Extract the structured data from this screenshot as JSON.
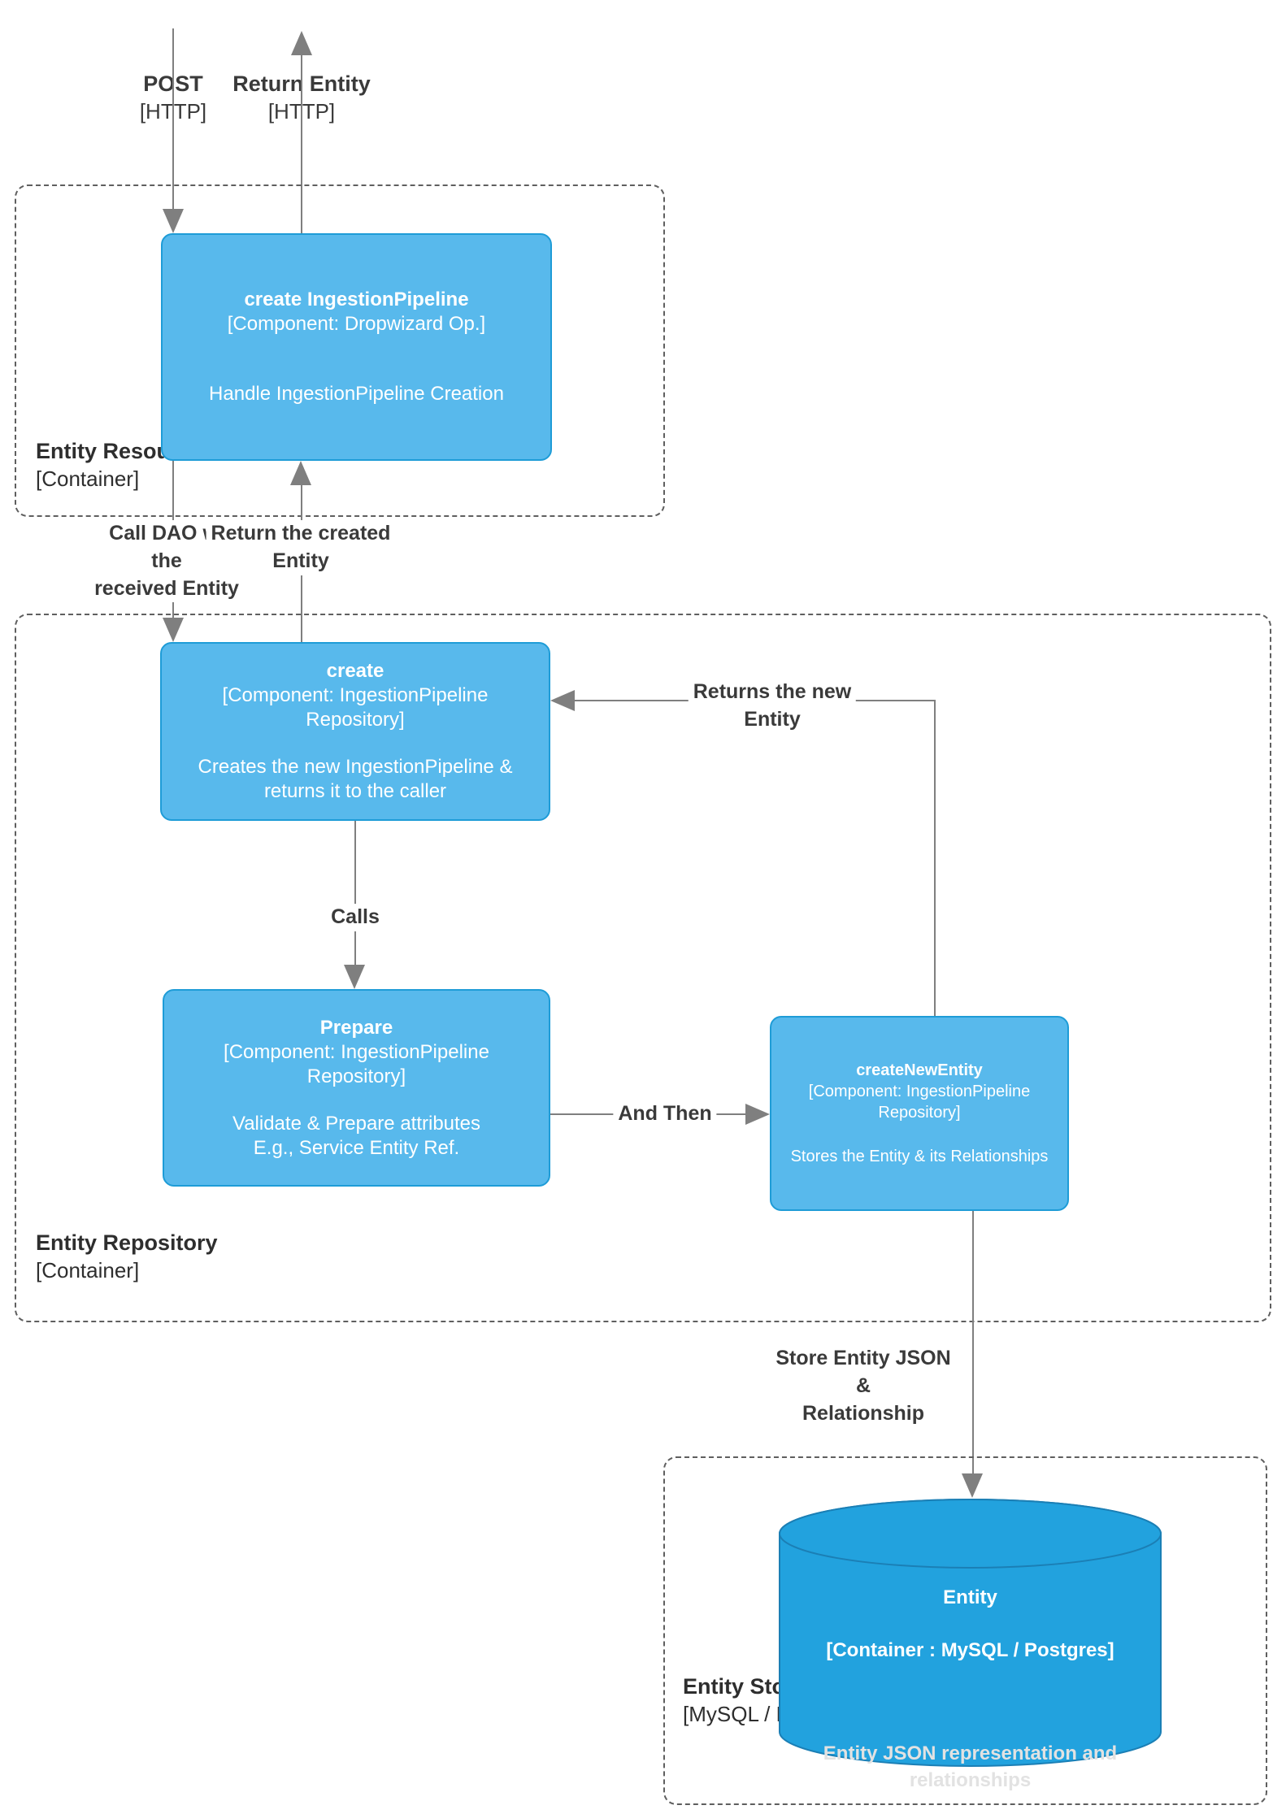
{
  "colors": {
    "node-fill": "#58B9EC",
    "node-border": "#1E9CD7",
    "db-fill": "#22A2DE",
    "db-border": "#1B7FB5",
    "container-border": "#5F5F5F",
    "edge": "#7F7F7F",
    "label-text": "#3A3A3A",
    "node-text": "#FFFFFF"
  },
  "external_flows": {
    "post": {
      "title": "POST",
      "protocol": "[HTTP]"
    },
    "return_entity": {
      "title": "Return Entity",
      "protocol": "[HTTP]"
    }
  },
  "containers": {
    "entity_resource": {
      "name": "Entity Resource",
      "type": "[Container]"
    },
    "entity_repository": {
      "name": "Entity Repository",
      "type": "[Container]"
    },
    "entity_store": {
      "name": "Entity Store",
      "type": "[MySQL / Postgres]"
    }
  },
  "nodes": {
    "create_ingestion_pipeline": {
      "title": "create IngestionPipeline",
      "subtitle": "[Component: Dropwizard Op.]",
      "description": "Handle IngestionPipeline Creation"
    },
    "create": {
      "title": "create",
      "subtitle": "[Component: IngestionPipeline Repository]",
      "description": "Creates the new IngestionPipeline & returns it to the caller"
    },
    "prepare": {
      "title": "Prepare",
      "subtitle": "[Component: IngestionPipeline Repository]",
      "description": "Validate & Prepare attributes\nE.g., Service Entity Ref."
    },
    "create_new_entity": {
      "title": "createNewEntity",
      "subtitle": "[Component: IngestionPipeline Repository]",
      "description": "Stores the Entity & its Relationships"
    },
    "entity_db": {
      "title": "Entity",
      "subtitle": "[Container : MySQL / Postgres]",
      "description": "Entity JSON representation and relationships"
    }
  },
  "edge_labels": {
    "call_dao": "Call DAO w/\nthe\nreceived Entity",
    "return_created": "Return the created\nEntity",
    "calls": "Calls",
    "and_then": "And Then",
    "returns_new_entity": "Returns the new\nEntity",
    "store_entity": "Store Entity JSON\n&\nRelationship"
  }
}
